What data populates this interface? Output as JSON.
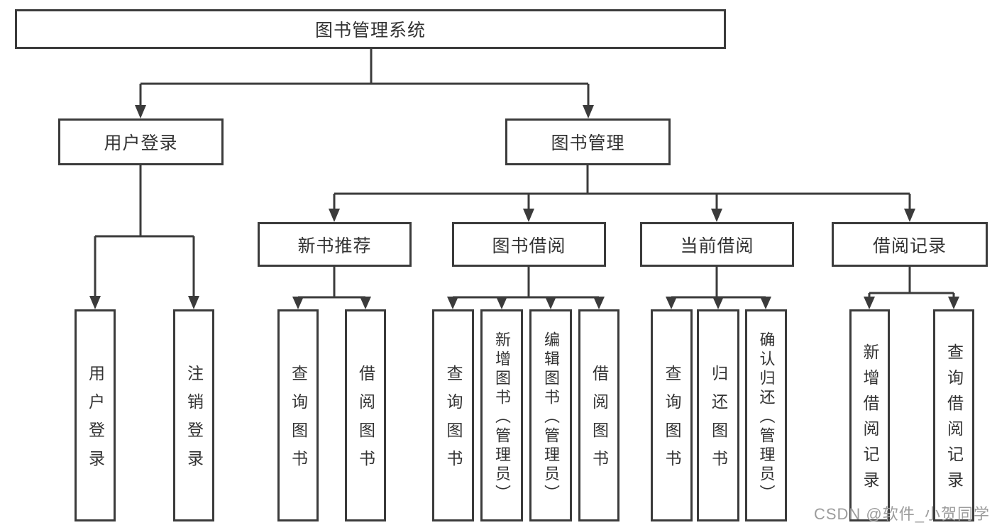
{
  "diagram": {
    "root": {
      "label": "图书管理系统"
    },
    "branches": [
      {
        "label": "用户登录",
        "children": [
          {
            "label": "用户登录"
          },
          {
            "label": "注销登录"
          }
        ]
      },
      {
        "label": "图书管理",
        "children": [
          {
            "label": "新书推荐",
            "children": [
              {
                "label": "查询图书"
              },
              {
                "label": "借阅图书"
              }
            ]
          },
          {
            "label": "图书借阅",
            "children": [
              {
                "label": "查询图书"
              },
              {
                "label": "新增图书（管理员）"
              },
              {
                "label": "编辑图书（管理员）"
              },
              {
                "label": "借阅图书"
              }
            ]
          },
          {
            "label": "当前借阅",
            "children": [
              {
                "label": "查询图书"
              },
              {
                "label": "归还图书"
              },
              {
                "label": "确认归还（管理员）"
              }
            ]
          },
          {
            "label": "借阅记录",
            "children": [
              {
                "label": "新增借阅记录"
              },
              {
                "label": "查询借阅记录"
              }
            ]
          }
        ]
      }
    ]
  },
  "watermark": {
    "text": "CSDN @软件_小贺同学"
  },
  "colors": {
    "line": "#3b3b3b",
    "text": "#333333",
    "watermark": "#9c9c9c",
    "background": "#ffffff"
  }
}
